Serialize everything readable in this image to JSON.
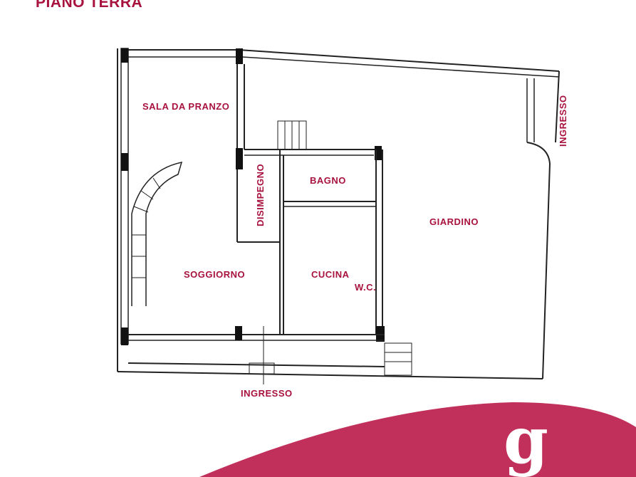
{
  "title": "PIANO TERRA",
  "rooms": {
    "sala_da_pranzo": "SALA DA PRANZO",
    "disimpegno": "DISIMPEGNO",
    "bagno": "BAGNO",
    "giardino": "GIARDINO",
    "soggiorno": "SOGGIORNO",
    "cucina": "CUCINA",
    "wc": "W.C.",
    "ingresso_right": "INGRESSO",
    "ingresso_bottom": "INGRESSO"
  },
  "logo": {
    "letter": "g"
  },
  "colors": {
    "label": "#a8123e",
    "brand": "#c0305a"
  }
}
